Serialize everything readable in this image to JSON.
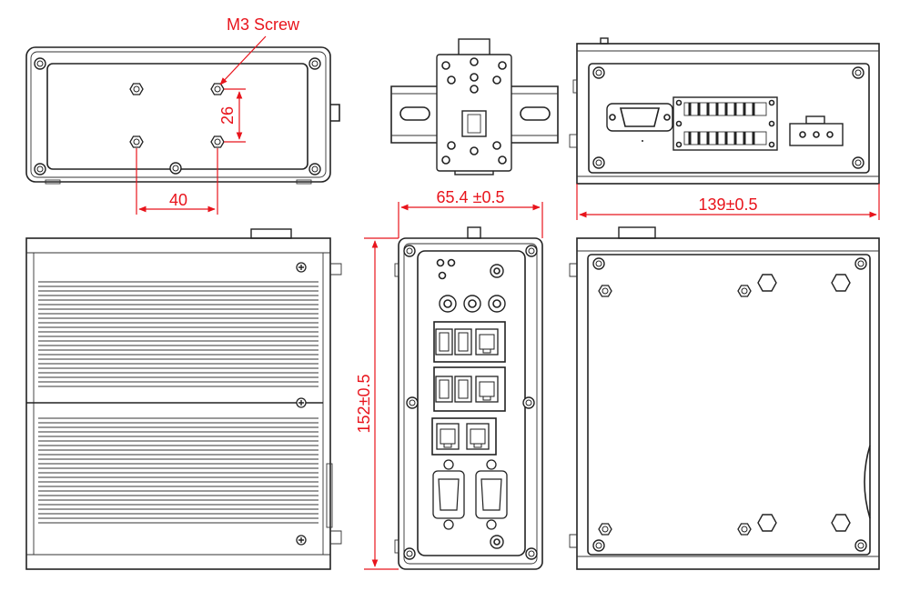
{
  "annotations": {
    "screw_label": "M3 Screw",
    "hole_spacing_vertical": "26",
    "hole_spacing_horizontal": "40",
    "width": "65.4 ±0.5",
    "depth": "139±0.5",
    "height": "152±0.5"
  },
  "colors": {
    "dimension": "#e8141c",
    "outline": "#222222"
  }
}
